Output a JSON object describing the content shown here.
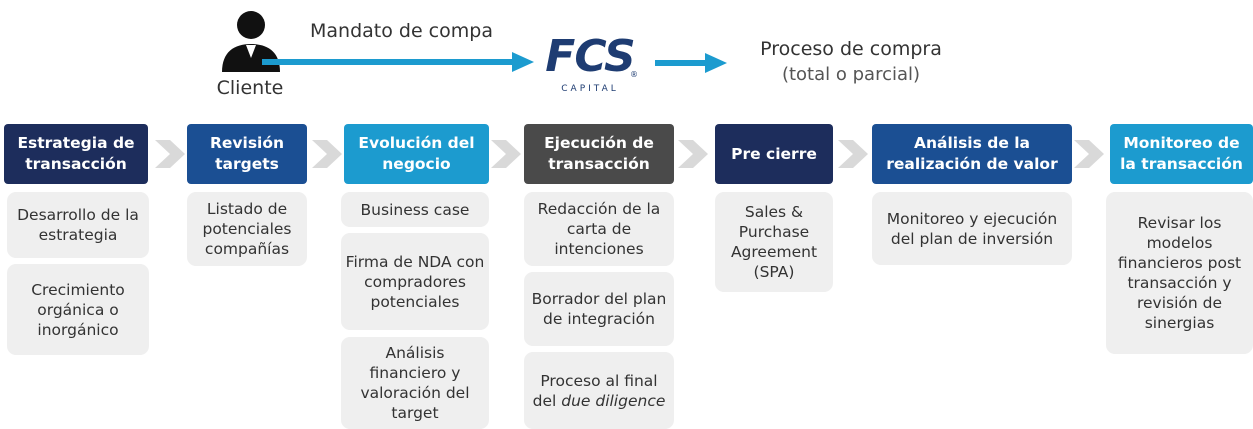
{
  "header": {
    "client_label": "Cliente",
    "mandate_label": "Mandato de compa",
    "logo": {
      "brand": "FCS",
      "sub": "CAPITAL",
      "mark": "®"
    },
    "process_label": "Proceso de compra",
    "process_sublabel": "(total o parcial)"
  },
  "colors": {
    "navy": "#1d2d5c",
    "blue": "#1b4f93",
    "cyan": "#1c9bcf",
    "dark_gray": "#4a4a4a",
    "box_gray": "#efefef",
    "arrow_blue": "#1c9bcf"
  },
  "phases": [
    {
      "title_l1": "Estrategia de",
      "title_l2": "transacción",
      "items": [
        "Desarrollo de la estrategia",
        "Crecimiento orgánica o inorgánico"
      ]
    },
    {
      "title_l1": "Revisión",
      "title_l2": "targets",
      "items": [
        "Listado de potenciales compañías"
      ]
    },
    {
      "title_l1": "Evolución del",
      "title_l2": "negocio",
      "items": [
        "Business case",
        "Firma de NDA con compradores potenciales",
        "Análisis financiero y valoración del target"
      ]
    },
    {
      "title_l1": "Ejecución de",
      "title_l2": "transacción",
      "items": [
        "Redacción de la carta de intenciones",
        "Borrador del plan de integración"
      ],
      "last_item": {
        "prefix": "Proceso al final del ",
        "italic": "due diligence"
      }
    },
    {
      "title_l1": "Pre cierre",
      "title_l2": "",
      "items": [
        "Sales & Purchase Agreement (SPA)"
      ]
    },
    {
      "title_l1": "Análisis de la",
      "title_l2": "realización de valor",
      "items": [
        "Monitoreo y ejecución del plan de inversión"
      ]
    },
    {
      "title_l1": "Monitoreo de",
      "title_l2": "la transacción",
      "items": [
        "Revisar los modelos financieros post transacción y revisión de sinergias"
      ]
    }
  ],
  "icons": [
    "person-icon",
    "arrow-right-icon",
    "chevron-right-icon"
  ]
}
